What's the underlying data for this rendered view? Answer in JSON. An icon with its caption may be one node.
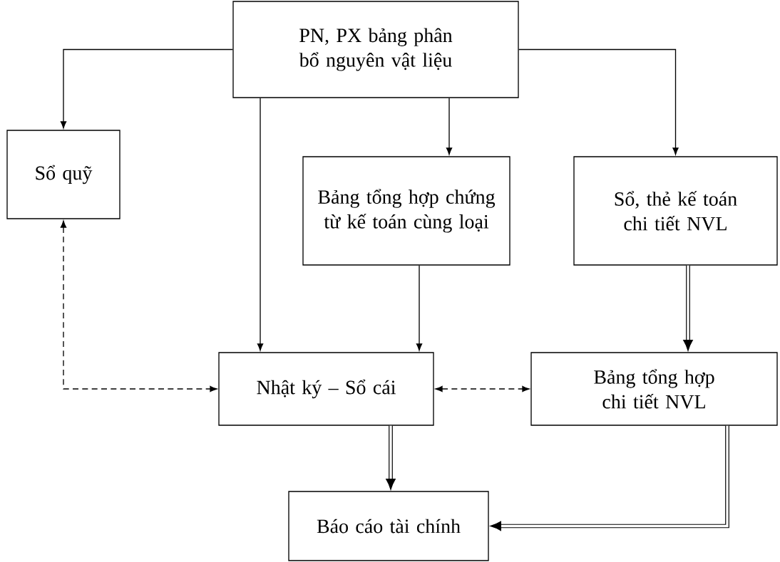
{
  "diagram": {
    "nodes": [
      {
        "text": [
          "PN, PX bảng phân bổ nguyên vật liệu"
        ]
      },
      {
        "text": [
          "Sổ quỹ"
        ]
      },
      {
        "text": [
          "Bảng tổng hợp chứng từ kế toán cùng loại"
        ]
      },
      {
        "text": [
          "Sổ, thẻ kế toán chi tiết NVL"
        ]
      },
      {
        "text": [
          "Nhật ký – Sổ cái"
        ]
      },
      {
        "text": [
          "Bảng tổng hợp chi tiết NVL"
        ]
      },
      {
        "text": [
          "Báo cáo tài chính"
        ]
      }
    ],
    "edges": [
      {
        "from": 0,
        "to": 1,
        "arrow": "to"
      },
      {
        "from": 0,
        "to": 4,
        "arrow": "to"
      },
      {
        "from": 0,
        "to": 2,
        "arrow": "to"
      },
      {
        "from": 0,
        "to": 3,
        "arrow": "to"
      },
      {
        "from": 2,
        "to": 4,
        "arrow": "to"
      },
      {
        "from": 3,
        "to": 5,
        "arrow": "to",
        "style": "thick"
      },
      {
        "from": 1,
        "to": 4,
        "arrow": "both",
        "style": "dashed"
      },
      {
        "from": 4,
        "to": 5,
        "arrow": "both",
        "style": "dashed"
      },
      {
        "from": 4,
        "to": 6,
        "arrow": "to",
        "style": "thick"
      },
      {
        "from": 5,
        "to": 6,
        "arrow": "to",
        "style": "thick"
      }
    ]
  }
}
